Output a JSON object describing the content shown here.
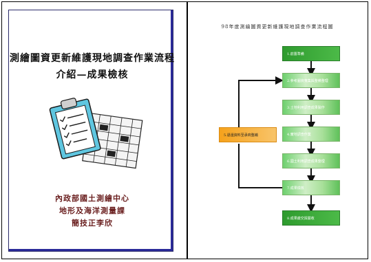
{
  "cover": {
    "title_line1": "測繪圖資更新維護現地調查作業流程",
    "title_line2": "介紹—成果檢核",
    "org_line1": "內政部國土測繪中心",
    "org_line2": "地形及海洋測量課",
    "org_line3": "簡技正李欣"
  },
  "flowchart": {
    "title": "98年度測繪圖資更新維護現地調查作業流程圖",
    "steps": [
      {
        "label": "1.前置準備"
      },
      {
        "label": "2.參考圖資蒐集與整備整理"
      },
      {
        "label": "3.土地利用調查成果製作"
      },
      {
        "label": "4.實地調查作業"
      },
      {
        "label": "6.國土利用調查成果整理"
      },
      {
        "label": "7.成果檢核"
      },
      {
        "label": "8.成果繳交與驗收"
      }
    ],
    "feedback_label": "5.退還資料至承商整補",
    "colors": {
      "step": "#6ed06e",
      "step_dark": "#2e9b2e",
      "feedback": "#f6a21c"
    }
  }
}
